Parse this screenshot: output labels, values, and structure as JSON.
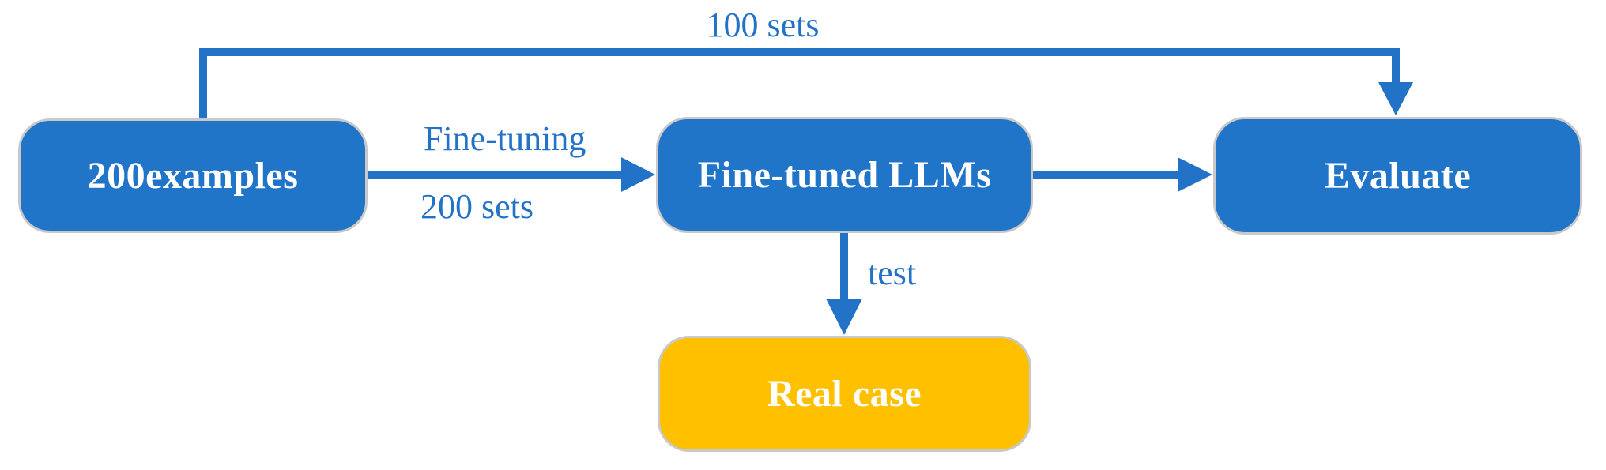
{
  "figure": {
    "type": "flowchart",
    "background": "#FFFFFF",
    "colors": {
      "node_fill_blue": "#2175C8",
      "node_fill_orange": "#FFC000",
      "node_border": "#C9C9C9",
      "node_text": "#FFFFFF",
      "arrow": "#2272C7",
      "edge_label_text": "#2272C7"
    },
    "nodes": [
      {
        "id": "examples",
        "label": "200examples",
        "fill": "#2175C8"
      },
      {
        "id": "fine_tuned_llms",
        "label": "Fine-tuned LLMs",
        "fill": "#2175C8"
      },
      {
        "id": "evaluate",
        "label": "Evaluate",
        "fill": "#2175C8"
      },
      {
        "id": "real_case",
        "label": "Real case",
        "fill": "#FFC000"
      }
    ],
    "edges": [
      {
        "from": "examples",
        "to": "evaluate",
        "label": "100 sets"
      },
      {
        "from": "examples",
        "to": "fine_tuned_llms",
        "label_top": "Fine-tuning",
        "label_bottom": "200 sets"
      },
      {
        "from": "fine_tuned_llms",
        "to": "evaluate",
        "label": ""
      },
      {
        "from": "fine_tuned_llms",
        "to": "real_case",
        "label": "test"
      }
    ]
  }
}
